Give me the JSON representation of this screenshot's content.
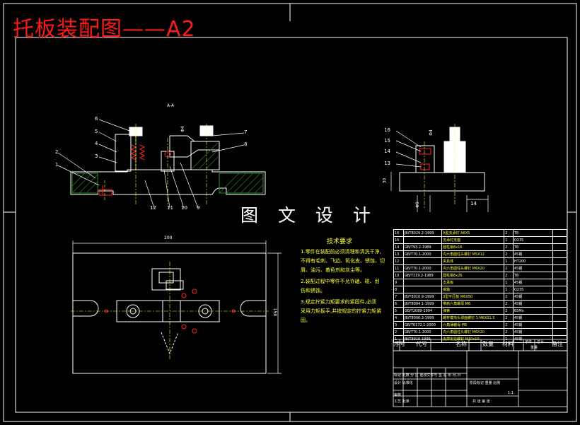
{
  "title": "托板装配图——A2",
  "center_text": "图 文 设 计",
  "section_label": "A-A",
  "dim_top_width": "200",
  "dim_right_height": "150",
  "dim_small": "Φ4",
  "dim_small_2": "Φ4",
  "dim_side_vertical": "30",
  "dim_side_bottom_left": "Φ9",
  "dim_side_bottom_right": "14",
  "part_labels_left": [
    "6",
    "5",
    "4",
    "3",
    "2",
    "1"
  ],
  "part_labels_right": [
    "7",
    "8"
  ],
  "part_labels_bottom": [
    "12",
    "11",
    "10",
    "9"
  ],
  "part_labels_side": [
    "16",
    "15",
    "14",
    "13"
  ],
  "tech_req": {
    "title": "技术要求",
    "lines": [
      "1.零件在装配前必须清理和清洗干净,",
      "不得有毛刺、飞边、氧化皮、锈蚀、切",
      "屑、油污、着色剂和灰尘等。",
      "2.装配过程中零件不允许磕、碰、划",
      "伤和锈蚀。",
      "3.规定拧紧力矩要求的紧固件,必须",
      "采用力矩扳手,并按规定的拧紧力矩紧",
      "固。"
    ]
  },
  "bom": [
    [
      "16",
      "JB/T8029.2-1999",
      "A型支承钉 A6X5",
      "2",
      "T8",
      ""
    ],
    [
      "15",
      "",
      "支承钉支座",
      "1",
      "Q235",
      ""
    ],
    [
      "14",
      "GB/T93.2-1989",
      "圆柱销6x16",
      "2",
      "T8",
      ""
    ],
    [
      "13",
      "GB/T70.1-2000",
      "内六角圆柱头螺钉 M5X12",
      "2",
      "45钢",
      ""
    ],
    [
      "12",
      "",
      "夹具体",
      "1",
      "HT200",
      ""
    ],
    [
      "11",
      "GB/T70.1-2000",
      "内六角圆柱头螺钉 M6X20",
      "2",
      "45钢",
      ""
    ],
    [
      "10",
      "GB/T119.2-1989",
      "圆柱销6x26",
      "2",
      "T8",
      ""
    ],
    [
      "9",
      "",
      "支承板",
      "1",
      "45钢",
      ""
    ],
    [
      "8",
      "",
      "销轴",
      "1",
      "Q235",
      ""
    ],
    [
      "7",
      "JB/T8010.9-1999",
      "3型平压板 M6X50",
      "2",
      "45钢",
      ""
    ],
    [
      "6",
      "JB/T8004.1-1999",
      "带肩六角螺母 M6",
      "2",
      "45钢",
      ""
    ],
    [
      "5",
      "GB/T2089-1994",
      "弹簧",
      "2",
      "65Mn",
      ""
    ],
    [
      "4",
      "JB/T8006.3-1999",
      "螺杆模块头球面螺钉 1.M6X31.5",
      "2",
      "45钢",
      ""
    ],
    [
      "3",
      "GB/T6172.1-2000",
      "六角薄螺母 M6",
      "2",
      "45钢",
      ""
    ],
    [
      "2",
      "GB/T70.1-2000",
      "内六角圆柱头螺钉 M6X20",
      "2",
      "45钢",
      ""
    ],
    [
      "1",
      "JB/T8016-1999",
      "支撑定位螺钉 M10x10",
      "1",
      "45钢",
      ""
    ]
  ],
  "bom_header": [
    "序号",
    "代号",
    "名称",
    "数量",
    "材料",
    "单件",
    "总计",
    "备注"
  ],
  "bom_header_weight": "重量",
  "title_block": {
    "row1": "标记 处数 分 区 更改文件号 签 名 年.月.日",
    "row2": "设计 标准化",
    "row3": "审核",
    "row4": "工艺 批准",
    "stage": "阶段标记 重量 比例",
    "scale": "1:1",
    "sheets": "共 张 第 张"
  }
}
